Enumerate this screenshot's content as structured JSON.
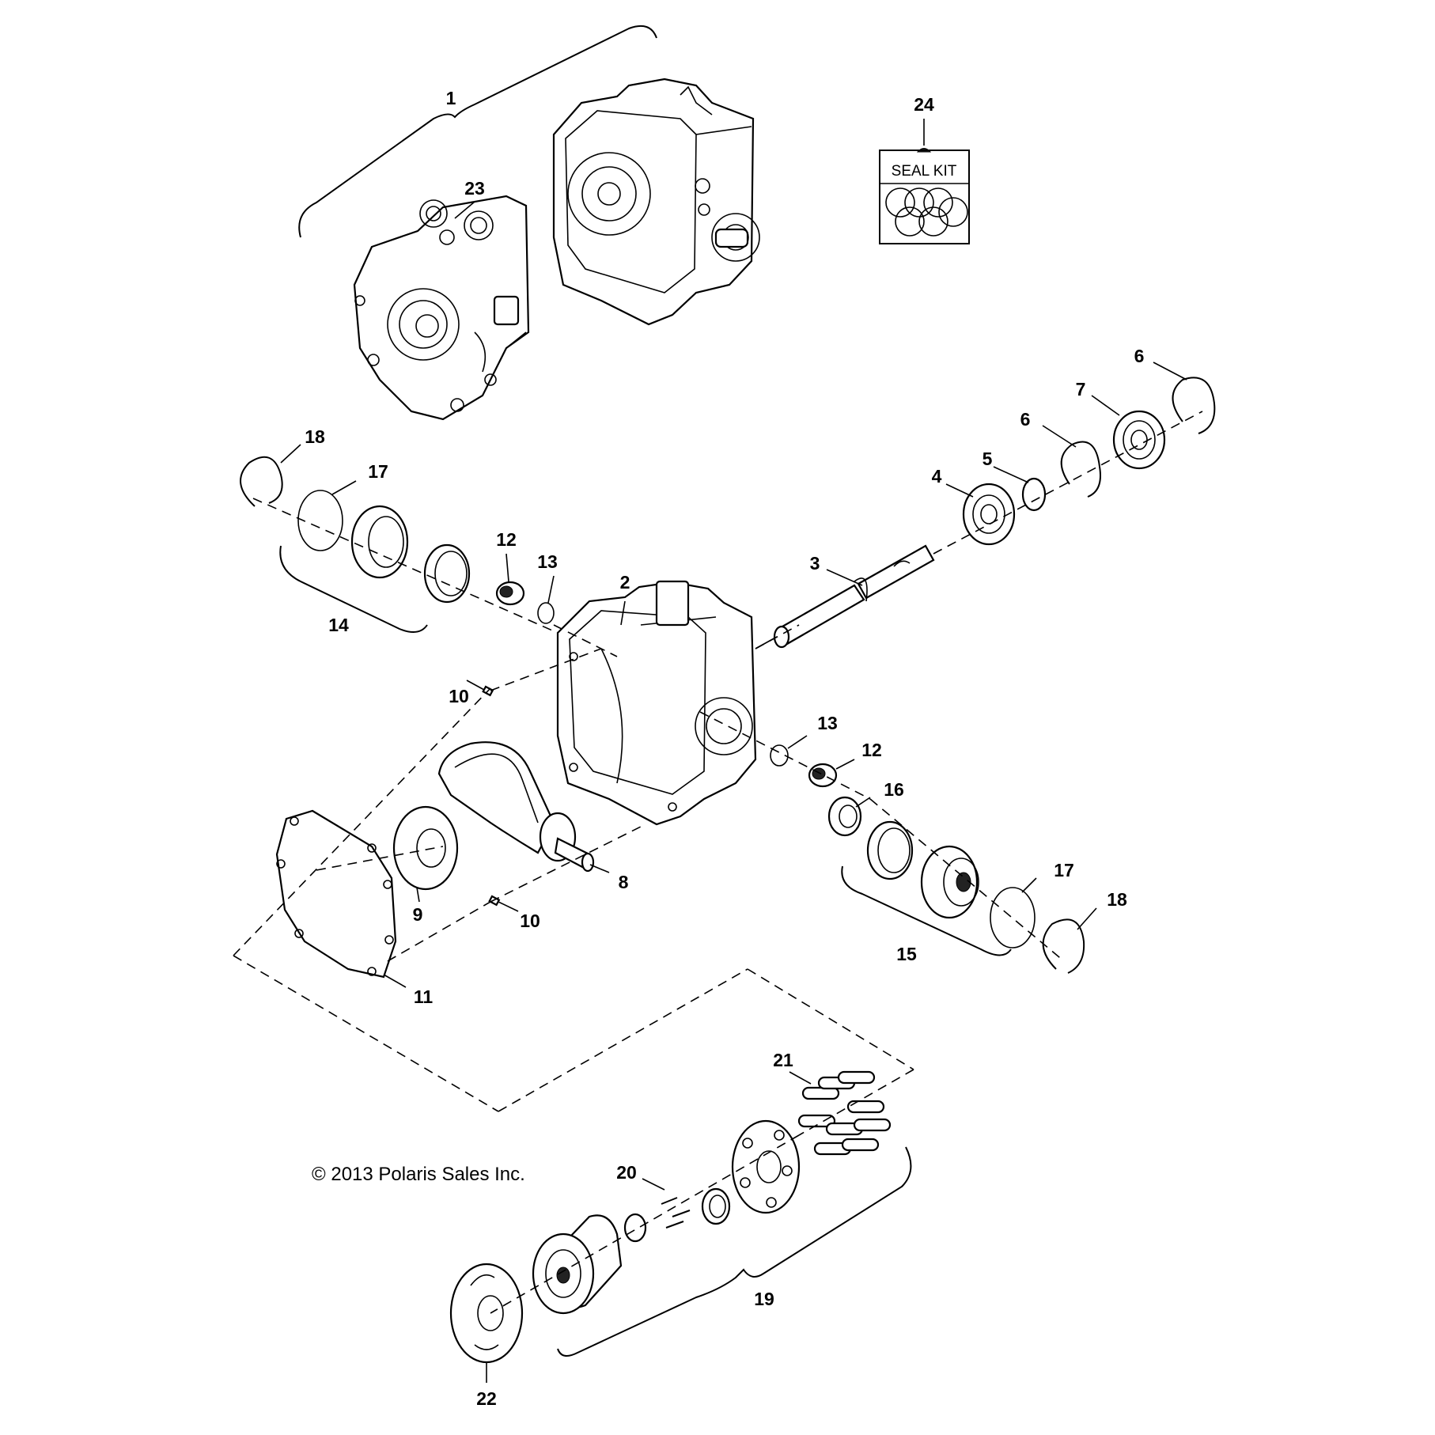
{
  "callouts": {
    "c1": "1",
    "c2": "2",
    "c3": "3",
    "c4": "4",
    "c5": "5",
    "c6a": "6",
    "c6b": "6",
    "c7": "7",
    "c8": "8",
    "c9": "9",
    "c10a": "10",
    "c10b": "10",
    "c11": "11",
    "c12a": "12",
    "c12b": "12",
    "c13a": "13",
    "c13b": "13",
    "c14": "14",
    "c15": "15",
    "c16": "16",
    "c17a": "17",
    "c17b": "17",
    "c18a": "18",
    "c18b": "18",
    "c19": "19",
    "c20": "20",
    "c21": "21",
    "c22": "22",
    "c23": "23",
    "c24": "24"
  },
  "seal_kit": {
    "label": "SEAL KIT"
  },
  "copyright": "© 2013 Polaris Sales Inc."
}
